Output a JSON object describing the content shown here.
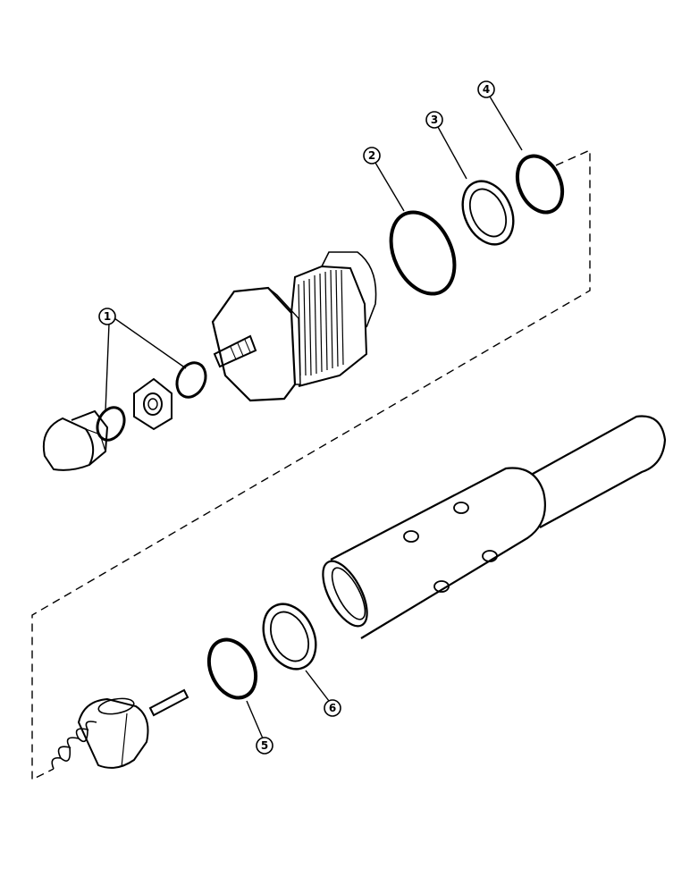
{
  "diagram": {
    "type": "exploded parts view",
    "callouts": [
      {
        "id": "callout-1",
        "label": "1"
      },
      {
        "id": "callout-2",
        "label": "2"
      },
      {
        "id": "callout-3",
        "label": "3"
      },
      {
        "id": "callout-4",
        "label": "4"
      },
      {
        "id": "callout-5",
        "label": "5"
      },
      {
        "id": "callout-6",
        "label": "6"
      }
    ],
    "colors": {
      "ink": "#000000",
      "paper": "#ffffff"
    }
  }
}
